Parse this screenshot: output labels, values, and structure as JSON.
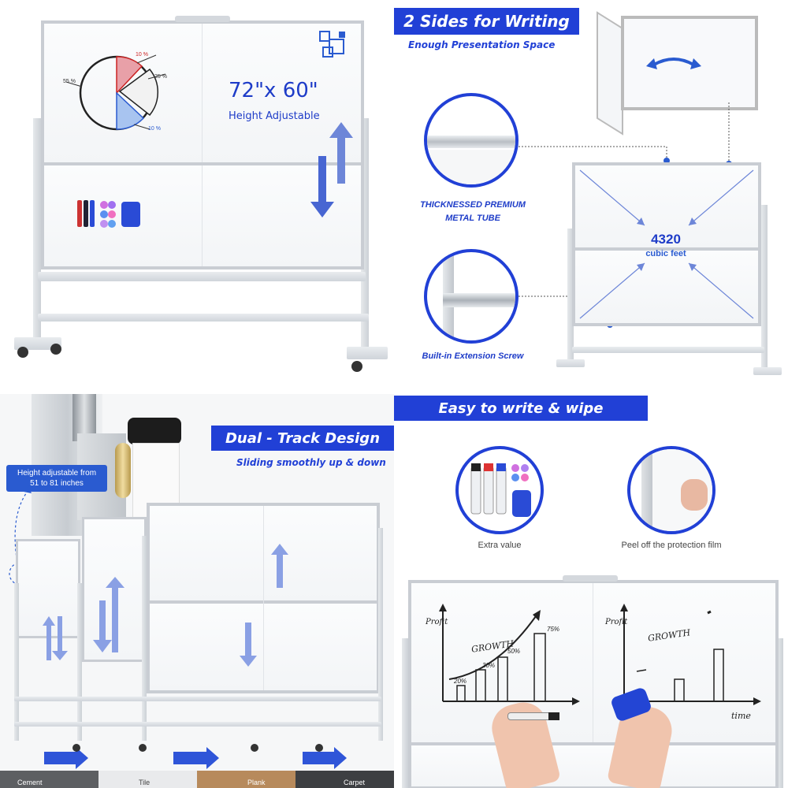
{
  "panel_top_left": {
    "size_label": "72\"x 60\"",
    "height_label": "Height Adjustable",
    "pie_labels": [
      "10 %",
      "25 %",
      "55 %",
      "10 %"
    ]
  },
  "panel_top_right": {
    "title": "2 Sides for Writing",
    "subtitle": "Enough Presentation Space",
    "feature_tube": "THICKNESSED PREMIUM\nMETAL TUBE",
    "feature_screw": "Built-in Extension Screw",
    "volume_value": "4320",
    "volume_unit": "cubic feet"
  },
  "panel_bottom_left": {
    "title": "Dual - Track Design",
    "subtitle": "Sliding smoothly up & down",
    "height_note": "Height adjustable from\n51 to 81 inches",
    "floors": [
      "Cement",
      "Tile",
      "Plank",
      "Carpet"
    ]
  },
  "panel_bottom_right": {
    "title": "Easy to write & wipe",
    "caption_left": "Extra value",
    "caption_right": "Peel off the protection film",
    "board_left": {
      "y_label": "Profit",
      "growth": "GROWTH",
      "percents": [
        "20%",
        "30%",
        "50%",
        "75%"
      ]
    },
    "board_right": {
      "y_label": "Profit",
      "growth": "GROWTH",
      "x_label": "time"
    }
  },
  "colors": {
    "brand_blue": "#2140d6",
    "frame_gray": "#c9cdd3"
  }
}
